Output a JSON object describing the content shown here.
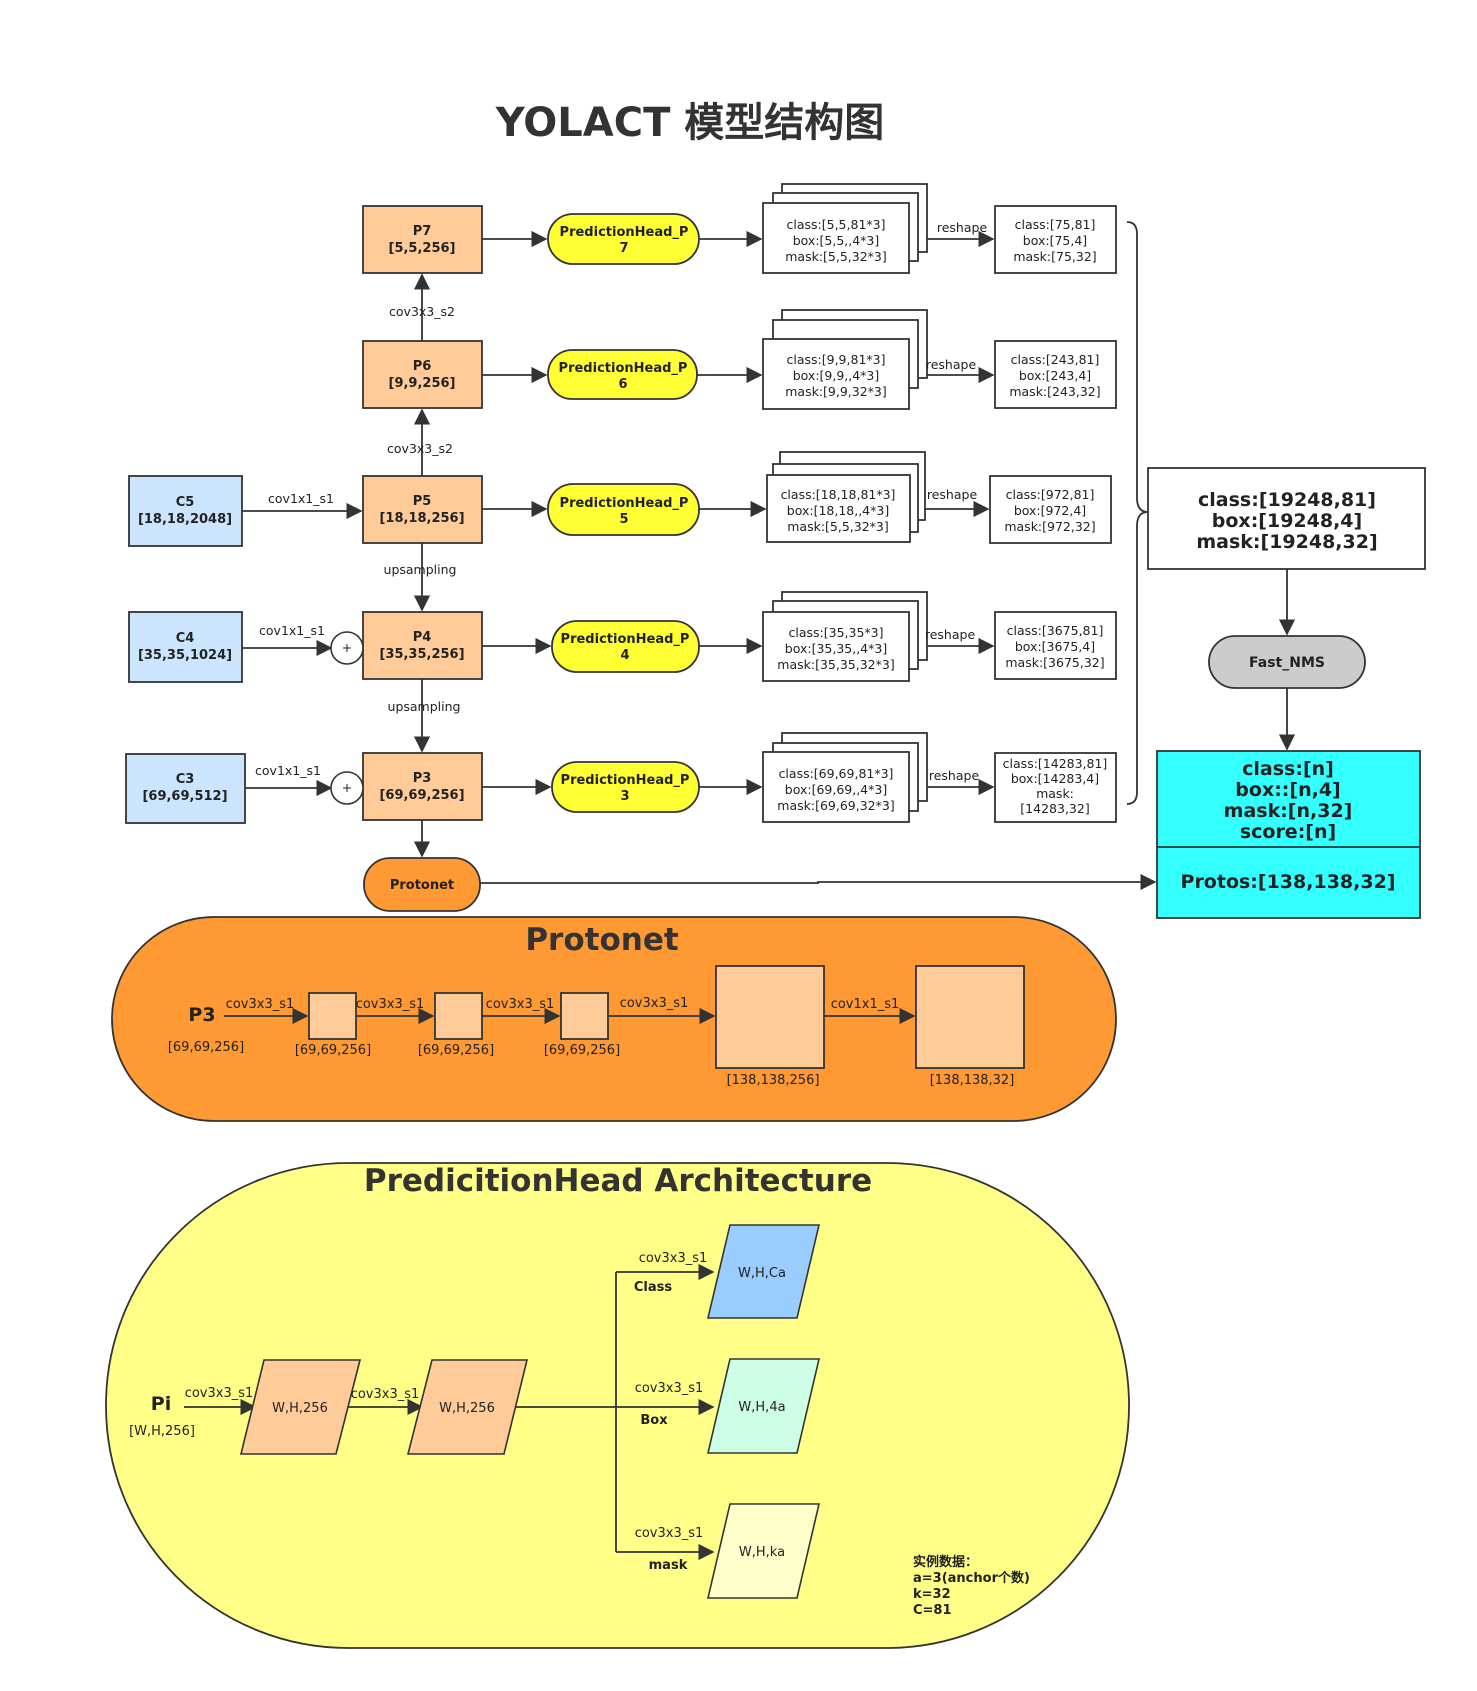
{
  "title": "YOLACT 模型结构图",
  "backbone": {
    "c5": {
      "name": "C5",
      "shape": "[18,18,2048]"
    },
    "c4": {
      "name": "C4",
      "shape": "[35,35,1024]"
    },
    "c3": {
      "name": "C3",
      "shape": "[69,69,512]"
    }
  },
  "fpn": {
    "p7": {
      "name": "P7",
      "shape": "[5,5,256]"
    },
    "p6": {
      "name": "P6",
      "shape": "[9,9,256]"
    },
    "p5": {
      "name": "P5",
      "shape": "[18,18,256]"
    },
    "p4": {
      "name": "P4",
      "shape": "[35,35,256]"
    },
    "p3": {
      "name": "P3",
      "shape": "[69,69,256]"
    }
  },
  "edge_labels": {
    "cov3x3_s2": "cov3x3_s2",
    "cov1x1_s1": "cov1x1_s1",
    "upsampling": "upsampling",
    "reshape": "reshape",
    "plus": "+"
  },
  "heads": {
    "p7": {
      "line1": "PredictionHead_P",
      "line2": "7"
    },
    "p6": {
      "line1": "PredictionHead_P",
      "line2": "6"
    },
    "p5": {
      "line1": "PredictionHead_P",
      "line2": "5"
    },
    "p4": {
      "line1": "PredictionHead_P",
      "line2": "4"
    },
    "p3": {
      "line1": "PredictionHead_P",
      "line2": "3"
    }
  },
  "head_outputs": {
    "p7": {
      "class": "class:[5,5,81*3]",
      "box": "box:[5,5,,4*3]",
      "mask": "mask:[5,5,32*3]"
    },
    "p6": {
      "class": "class:[9,9,81*3]",
      "box": "box:[9,9,,4*3]",
      "mask": "mask:[9,9,32*3]"
    },
    "p5": {
      "class": "class:[18,18,81*3]",
      "box": "box:[18,18,,4*3]",
      "mask": "mask:[5,5,32*3]"
    },
    "p4": {
      "class": "class:[35,35*3]",
      "box": "box:[35,35,,4*3]",
      "mask": "mask:[35,35,32*3]"
    },
    "p3": {
      "class": "class:[69,69,81*3]",
      "box": "box:[69,69,,4*3]",
      "mask": "mask:[69,69,32*3]"
    }
  },
  "reshaped": {
    "p7": {
      "class": "class:[75,81]",
      "box": "box:[75,4]",
      "mask": "mask:[75,32]"
    },
    "p6": {
      "class": "class:[243,81]",
      "box": "box:[243,4]",
      "mask": "mask:[243,32]"
    },
    "p5": {
      "class": "class:[972,81]",
      "box": "box:[972,4]",
      "mask": "mask:[972,32]"
    },
    "p4": {
      "class": "class:[3675,81]",
      "box": "box:[3675,4]",
      "mask": "mask:[3675,32]"
    },
    "p3": {
      "class": "class:[14283,81]",
      "box": "box:[14283,4]",
      "mask": "mask:",
      "mask2": "[14283,32]"
    }
  },
  "concat": {
    "class": "class:[19248,81]",
    "box": "box:[19248,4]",
    "mask": "mask:[19248,32]"
  },
  "fast_nms": "Fast_NMS",
  "final": {
    "class": "class:[n]",
    "box": "box::[n,4]",
    "mask": "mask:[n,32]",
    "score": "score:[n]",
    "protos": "Protos:[138,138,32]"
  },
  "protonet_node": "Protonet",
  "protonet": {
    "title": "Protonet",
    "input_name": "P3",
    "input_shape": "[69,69,256]",
    "conv": "cov3x3_s1",
    "conv_last": "cov1x1_s1",
    "shape_small": "[69,69,256]",
    "shape_big1": "[138,138,256]",
    "shape_big2": "[138,138,32]"
  },
  "pred_head": {
    "title": "PredicitionHead  Architecture",
    "input_name": "Pi",
    "input_shape": "[W,H,256]",
    "conv": "cov3x3_s1",
    "feat": "W,H,256",
    "branch_class": "Class",
    "branch_box": "Box",
    "branch_mask": "mask",
    "out_class": "W,H,Ca",
    "out_box": "W,H,4a",
    "out_mask": "W,H,ka",
    "note_title": "实例数据：",
    "note_a": "a=3(anchor个数)",
    "note_k": "k=32",
    "note_c": "C=81"
  },
  "colors": {
    "backbone": "#cce5ff",
    "fpn": "#ffcc99",
    "head": "#ffff33",
    "final": "#33ffff",
    "nms": "#cccccc",
    "protonet_bg": "#ff9933",
    "pred_bg": "#ffff88",
    "out_class": "#99ccff",
    "out_box": "#ccffe6",
    "out_mask": "#ffffcc"
  }
}
